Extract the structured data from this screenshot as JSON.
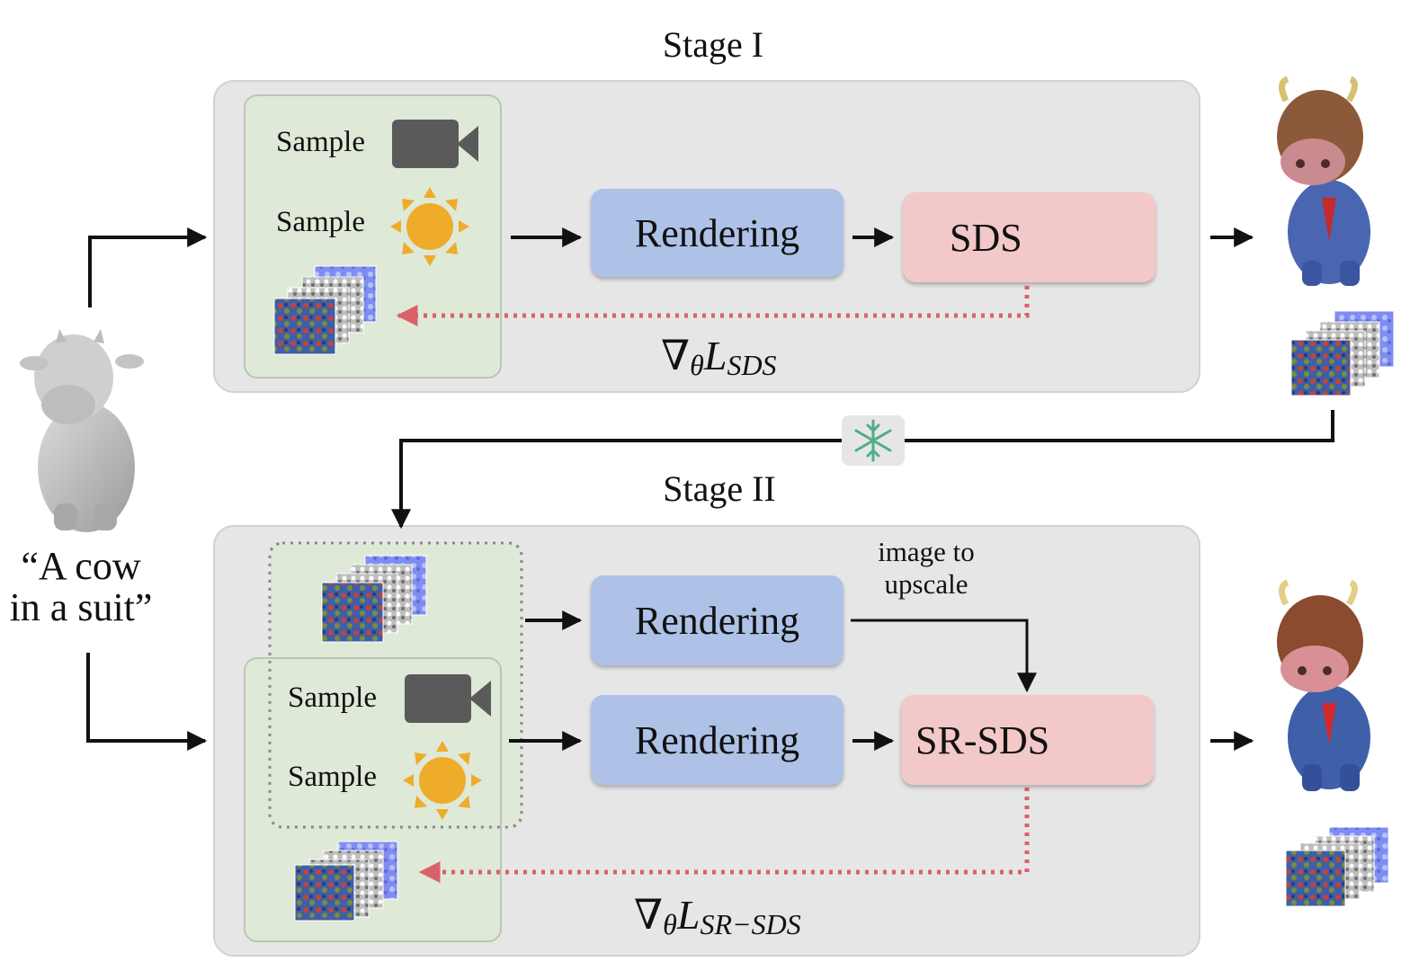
{
  "stage1": {
    "title": "Stage I",
    "sample_camera_label": "Sample",
    "sample_light_label": "Sample",
    "rendering_label": "Rendering",
    "sds_label": "SDS",
    "loss_nabla": "∇",
    "loss_theta": "θ",
    "loss_L": "L",
    "loss_sub": "SDS"
  },
  "stage2": {
    "title": "Stage II",
    "sample_camera_label": "Sample",
    "sample_light_label": "Sample",
    "rendering_top_label": "Rendering",
    "rendering_bottom_label": "Rendering",
    "sr_sds_label": "SR-SDS",
    "upscale_note_line1": "image to",
    "upscale_note_line2": "upscale",
    "loss_nabla": "∇",
    "loss_theta": "θ",
    "loss_L": "L",
    "loss_sub": "SR−SDS"
  },
  "prompt": {
    "line1": "“A cow",
    "line2": "in a suit”"
  },
  "colors": {
    "panel_bg": "#e6e6e6",
    "sample_bg": "#dfe9d8",
    "render_box": "#aec2e8",
    "sds_box": "#f3c8c8",
    "gradient_arrow": "#d9626a",
    "snowflake": "#4fae86",
    "sun": "#eeac2a",
    "camera": "#5a5a5a"
  },
  "icons": [
    "camera-icon",
    "sun-icon",
    "snowflake-icon",
    "unet-icon",
    "texture-stack-icon",
    "cow-mesh-icon",
    "cow-textured-icon"
  ]
}
